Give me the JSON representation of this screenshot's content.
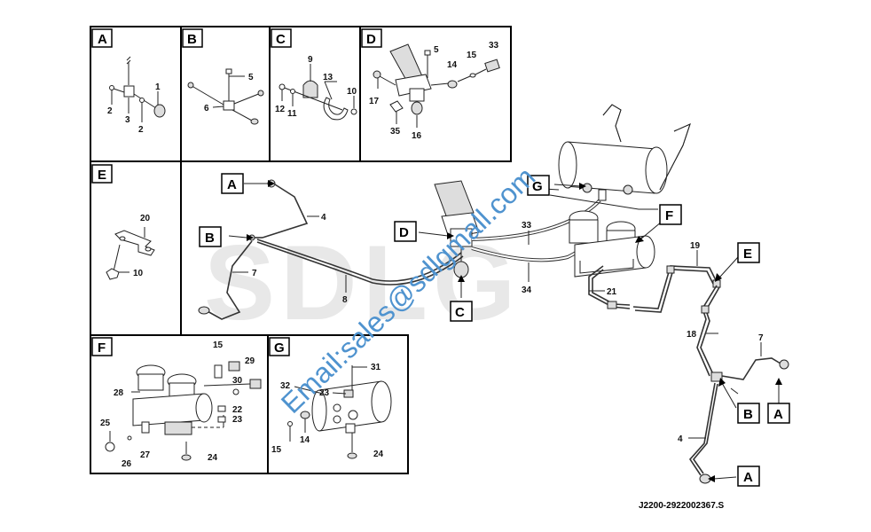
{
  "drawing_code": "J2200-2922002367.S",
  "watermark": "Email:sales@sdlgmall.com",
  "logo_text": "SDLG",
  "panels": {
    "A": {
      "label": "A",
      "callouts": [
        "1",
        "2",
        "3",
        "2"
      ]
    },
    "B": {
      "label": "B",
      "callouts": [
        "5",
        "6"
      ]
    },
    "C": {
      "label": "C",
      "callouts": [
        "9",
        "13",
        "10",
        "12",
        "11"
      ]
    },
    "D": {
      "label": "D",
      "callouts": [
        "5",
        "33",
        "14",
        "15",
        "17",
        "35",
        "16"
      ]
    },
    "E": {
      "label": "E",
      "callouts": [
        "20",
        "10"
      ]
    },
    "F": {
      "label": "F",
      "callouts": [
        "15",
        "29",
        "30",
        "28",
        "22",
        "23",
        "25",
        "26",
        "27",
        "24"
      ]
    },
    "G": {
      "label": "G",
      "callouts": [
        "31",
        "32",
        "23",
        "14",
        "15",
        "24"
      ]
    }
  },
  "main_view": {
    "refs": [
      "A",
      "B",
      "D",
      "C",
      "G",
      "F",
      "E",
      "B",
      "A",
      "A"
    ],
    "callouts": [
      "4",
      "7",
      "8",
      "33",
      "34",
      "21",
      "19",
      "18",
      "7",
      "4"
    ]
  }
}
